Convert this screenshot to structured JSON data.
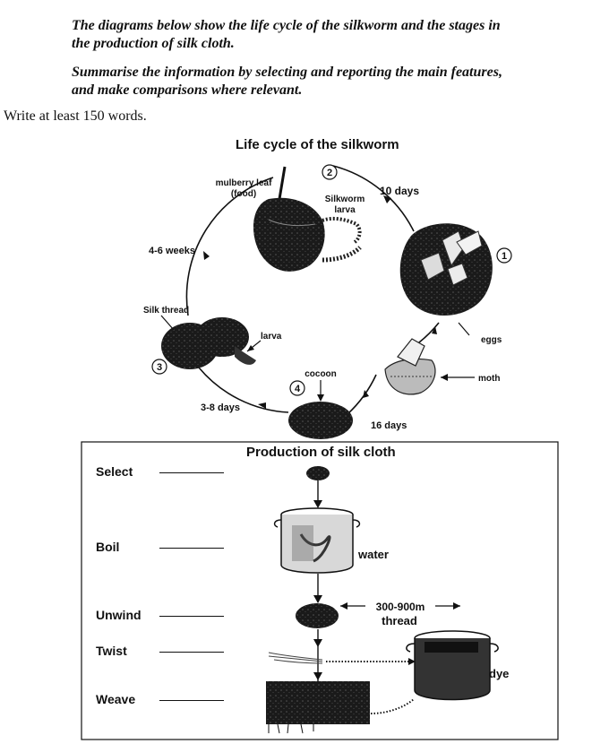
{
  "prompt": {
    "line1": "The diagrams below show the life cycle of the silkworm and the stages in",
    "line2": "the production of silk cloth.",
    "line3": "Summarise the information by selecting and reporting the main features,",
    "line4": "and make comparisons where relevant.",
    "instruction": "Write at least 150 words."
  },
  "lifecycle": {
    "title": "Life cycle of the silkworm",
    "labels": {
      "mulberry_leaf": "mulberry leaf",
      "food": "(food)",
      "silkworm": "Silkworm",
      "larva_top": "larva",
      "eggs": "eggs",
      "moth": "moth",
      "cocoon": "cocoon",
      "silk_thread": "Silk thread",
      "larva_left": "larva"
    },
    "durations": {
      "ten_days": "10 days",
      "four_six_weeks": "4-6 weeks",
      "three_eight_days": "3-8 days",
      "sixteen_days": "16 days"
    },
    "stage_numbers": [
      "1",
      "2",
      "3",
      "4"
    ]
  },
  "production": {
    "title": "Production of silk cloth",
    "steps": [
      "Select",
      "Boil",
      "Unwind",
      "Twist",
      "Weave"
    ],
    "labels": {
      "water": "water",
      "length": "300-900m",
      "thread": "thread",
      "dye": "dye"
    }
  }
}
